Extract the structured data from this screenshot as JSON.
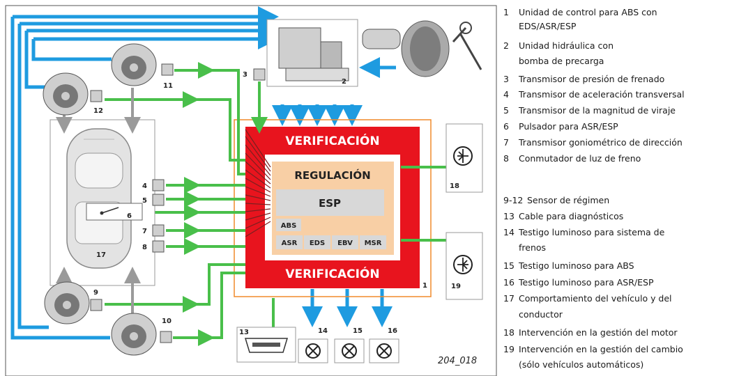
{
  "diagram": {
    "main_text": {
      "verification_top": "VERIFICACIÓN",
      "verification_bottom": "VERIFICACIÓN",
      "regulation": "REGULACIÓN",
      "esp": "ESP",
      "abs": "ABS",
      "asr": "ASR",
      "eds": "EDS",
      "ebv": "EBV",
      "msr": "MSR"
    },
    "callouts": {
      "n1": "1",
      "n2": "2",
      "n3": "3",
      "n4": "4",
      "n5": "5",
      "n6": "6",
      "n7": "7",
      "n8": "8",
      "n9": "9",
      "n10": "10",
      "n11": "11",
      "n12": "12",
      "n13": "13",
      "n14": "14",
      "n15": "15",
      "n16": "16",
      "n17": "17",
      "n18": "18",
      "n19": "19"
    },
    "figure_code": "204_018",
    "colors": {
      "arrow_blue": "#1e9be0",
      "arrow_green": "#49bf4a",
      "red_box": "#e8141e",
      "orange_border": "#f08a2a",
      "inner_panel": "#f8cfa5",
      "module_gray": "#d8d8d8"
    }
  },
  "legend": [
    {
      "num": "1",
      "lines": [
        "Unidad de control para ABS con",
        "EDS/ASR/ESP"
      ]
    },
    {
      "num": "2",
      "lines": [
        "Unidad hidráulica con",
        "bomba de precarga"
      ]
    },
    {
      "num": "3",
      "lines": [
        "Transmisor de presión de frenado"
      ]
    },
    {
      "num": "4",
      "lines": [
        "Transmisor de aceleración transversal"
      ]
    },
    {
      "num": "5",
      "lines": [
        "Transmisor de la magnitud de viraje"
      ]
    },
    {
      "num": "6",
      "lines": [
        "Pulsador para ASR/ESP"
      ]
    },
    {
      "num": "7",
      "lines": [
        "Transmisor goniométrico de dirección"
      ]
    },
    {
      "num": "8",
      "lines": [
        "Conmutador de luz de freno"
      ]
    },
    {
      "num": "9-12",
      "lines": [
        "Sensor de régimen"
      ]
    },
    {
      "num": "13",
      "lines": [
        "Cable para diagnósticos"
      ]
    },
    {
      "num": "14",
      "lines": [
        "Testigo luminoso para sistema de",
        "frenos"
      ]
    },
    {
      "num": "15",
      "lines": [
        "Testigo luminoso para ABS"
      ]
    },
    {
      "num": "16",
      "lines": [
        "Testigo luminoso para ASR/ESP"
      ]
    },
    {
      "num": "17",
      "lines": [
        "Comportamiento del vehículo y del",
        "conductor"
      ]
    },
    {
      "num": "18",
      "lines": [
        "Intervención en la gestión del motor"
      ]
    },
    {
      "num": "19",
      "lines": [
        "Intervención en la gestión del cambio",
        "(sólo vehículos automáticos)"
      ]
    }
  ]
}
